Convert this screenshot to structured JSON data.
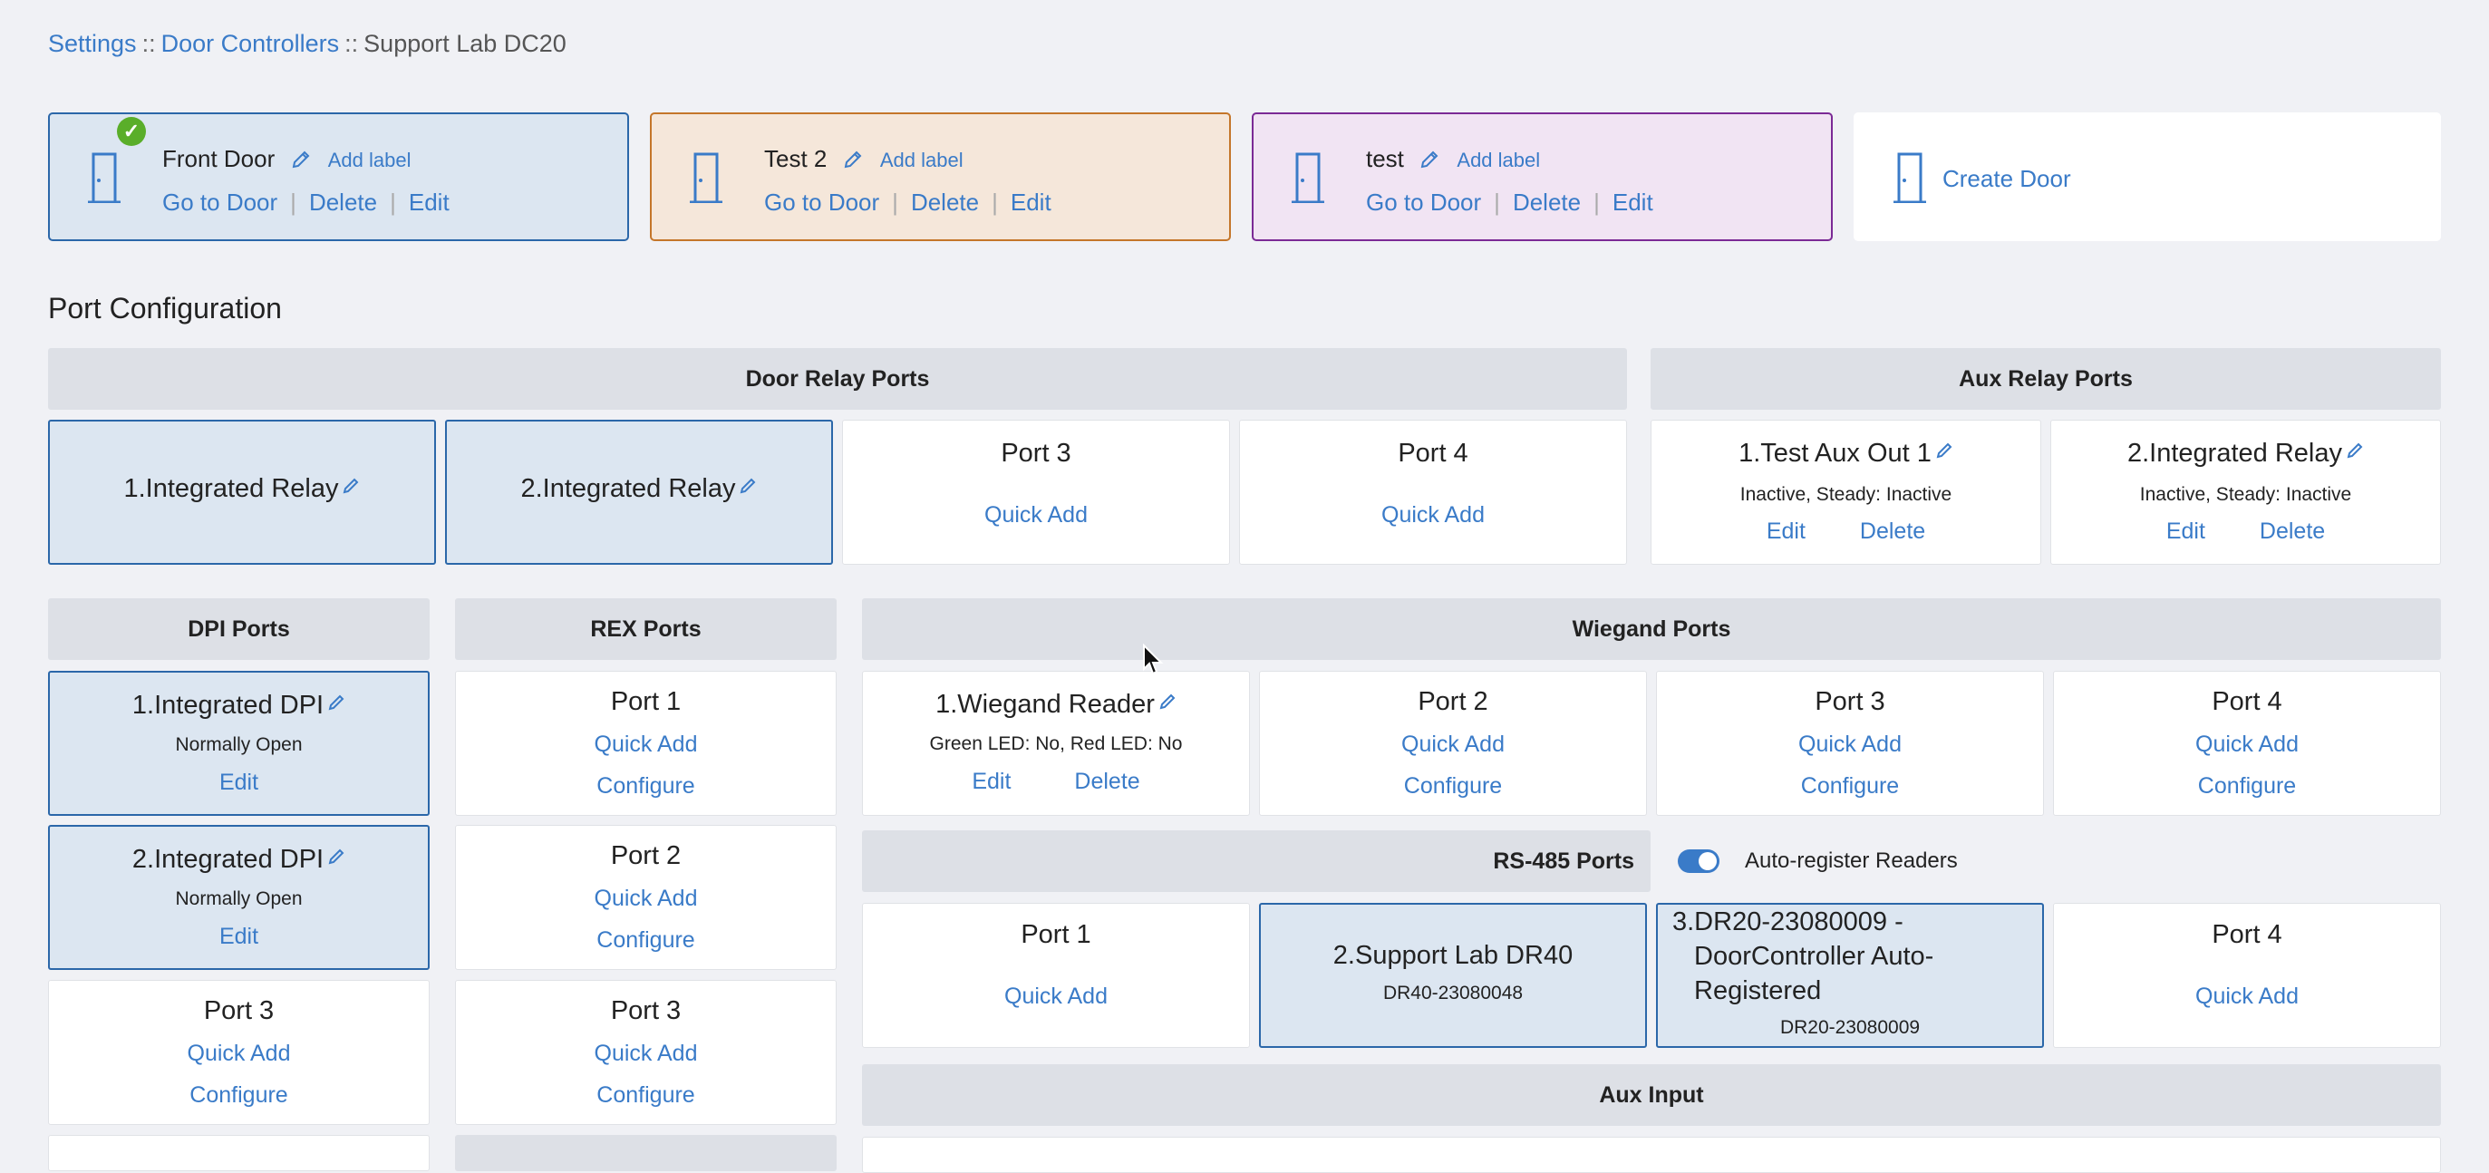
{
  "breadcrumb": {
    "settings": "Settings",
    "sep1": "::",
    "door_controllers": "Door Controllers",
    "sep2": "::",
    "current": "Support Lab DC20"
  },
  "doors": [
    {
      "name": "Front Door",
      "add_label": "Add label",
      "go": "Go to Door",
      "delete": "Delete",
      "edit": "Edit",
      "bar": "|",
      "border": "#2b67a9",
      "bg": "#dce6f1"
    },
    {
      "name": "Test 2",
      "add_label": "Add label",
      "go": "Go to Door",
      "delete": "Delete",
      "edit": "Edit",
      "bar": "|",
      "border": "#c4762a",
      "bg": "#f5e7da"
    },
    {
      "name": "test",
      "add_label": "Add label",
      "go": "Go to Door",
      "delete": "Delete",
      "edit": "Edit",
      "bar": "|",
      "border": "#7b2a95",
      "bg": "#f1e4f3"
    }
  ],
  "create_door": "Create Door",
  "check_mark": "✓",
  "port_config_title": "Port Configuration",
  "door_relay": {
    "title": "Door Relay Ports",
    "ports": [
      {
        "title": "1.Integrated Relay"
      },
      {
        "title": "2.Integrated Relay"
      },
      {
        "title": "Port 3",
        "link": "Quick Add"
      },
      {
        "title": "Port 4",
        "link": "Quick Add"
      }
    ]
  },
  "aux_relay": {
    "title": "Aux Relay Ports",
    "ports": [
      {
        "title": "1.Test Aux Out 1",
        "status": "Inactive, Steady: Inactive",
        "edit": "Edit",
        "delete": "Delete"
      },
      {
        "title": "2.Integrated Relay",
        "status": "Inactive, Steady: Inactive",
        "edit": "Edit",
        "delete": "Delete"
      }
    ]
  },
  "dpi": {
    "title": "DPI Ports",
    "ports": [
      {
        "title": "1.Integrated DPI",
        "status": "Normally Open",
        "edit": "Edit"
      },
      {
        "title": "2.Integrated DPI",
        "status": "Normally Open",
        "edit": "Edit"
      },
      {
        "title": "Port 3",
        "quick_add": "Quick Add",
        "configure": "Configure"
      }
    ]
  },
  "rex": {
    "title": "REX Ports",
    "ports": [
      {
        "title": "Port 1",
        "quick_add": "Quick Add",
        "configure": "Configure"
      },
      {
        "title": "Port 2",
        "quick_add": "Quick Add",
        "configure": "Configure"
      },
      {
        "title": "Port 3",
        "quick_add": "Quick Add",
        "configure": "Configure"
      }
    ]
  },
  "wiegand": {
    "title": "Wiegand Ports",
    "ports": [
      {
        "title": "1.Wiegand Reader",
        "status": "Green LED: No, Red LED: No",
        "edit": "Edit",
        "delete": "Delete"
      },
      {
        "title": "Port 2",
        "quick_add": "Quick Add",
        "configure": "Configure"
      },
      {
        "title": "Port 3",
        "quick_add": "Quick Add",
        "configure": "Configure"
      },
      {
        "title": "Port 4",
        "quick_add": "Quick Add",
        "configure": "Configure"
      }
    ]
  },
  "rs485": {
    "title": "RS-485 Ports",
    "auto_register_label": "Auto-register Readers",
    "ports": [
      {
        "title": "Port 1",
        "link": "Quick Add"
      },
      {
        "title": "2.Support Lab DR40",
        "serial": "DR40-23080048"
      },
      {
        "title_line1": "3.DR20-23080009 -",
        "title_line2": "DoorController Auto-",
        "title_line3": "Registered",
        "serial": "DR20-23080009"
      },
      {
        "title": "Port 4",
        "link": "Quick Add"
      }
    ]
  },
  "aux_input": {
    "title": "Aux Input"
  },
  "colors": {
    "accent": "#3a7bc8",
    "active_border": "#2b67a9",
    "active_bg": "#dce6f1"
  }
}
